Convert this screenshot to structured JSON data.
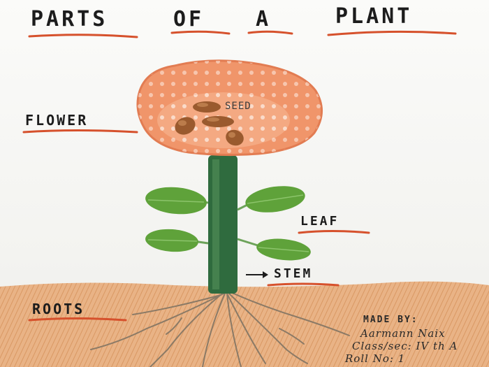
{
  "title": {
    "word1": "PARTS",
    "word2": "OF",
    "word3": "A",
    "word4": "PLANT"
  },
  "labels": {
    "flower": "FLOWER",
    "seed": "SEED",
    "leaf": "LEAF",
    "stem": "STEM",
    "stem_arrow": "→",
    "roots": "ROOTS"
  },
  "credits": {
    "made_by": "MADE BY:",
    "name": "Aarmann Naix",
    "class": "Class/sec: IV th A",
    "roll": "Roll No: 1"
  },
  "colors": {
    "underline": "#d6512c",
    "cup": "#f0956a",
    "stem": "#2f6b3e",
    "leaf": "#5fa23a",
    "soil": "#e2a876",
    "seed": "#9a5a2e"
  }
}
